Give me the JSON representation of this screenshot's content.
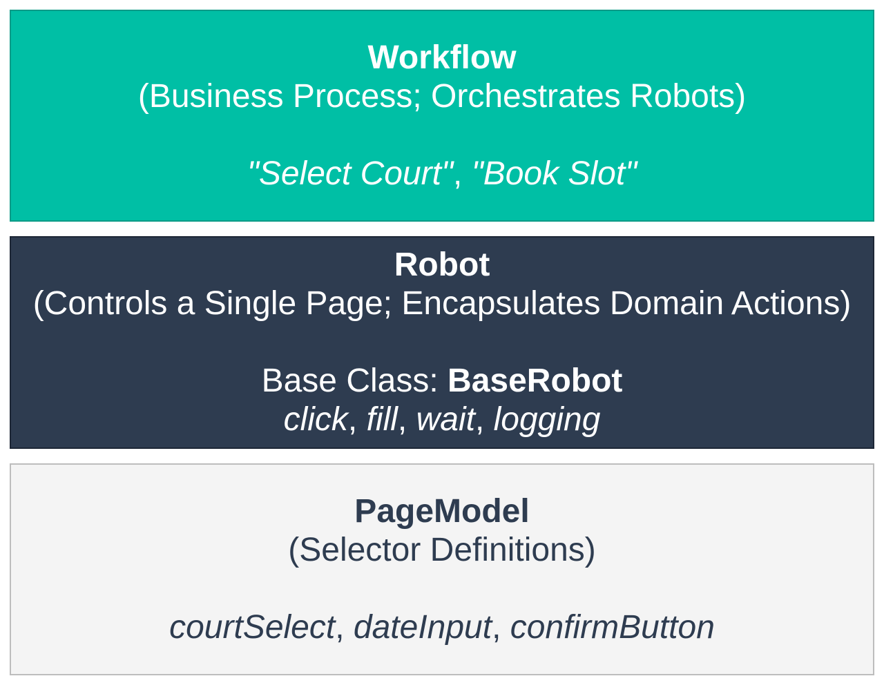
{
  "colors": {
    "workflow_fill": "#00bfa5",
    "robot_fill": "#2e3c50",
    "pagemodel_fill": "#f4f4f4",
    "pagemodel_text": "#2e3c50"
  },
  "workflow": {
    "title": "Workflow",
    "subtitle": "(Business Process; Orchestrates Robots)",
    "example_1": "\"Select Court\"",
    "separator": ", ",
    "example_2": "\"Book Slot\""
  },
  "robot": {
    "title": "Robot",
    "subtitle": "(Controls a Single Page; Encapsulates Domain Actions)",
    "base_class_label": "Base Class: ",
    "base_class_name": "BaseRobot",
    "methods": [
      "click",
      "fill",
      "wait",
      "logging"
    ],
    "separator": ", "
  },
  "pagemodel": {
    "title": "PageModel",
    "subtitle": "(Selector Definitions)",
    "selectors": [
      "courtSelect",
      "dateInput",
      "confirmButton"
    ],
    "separator": ", "
  }
}
